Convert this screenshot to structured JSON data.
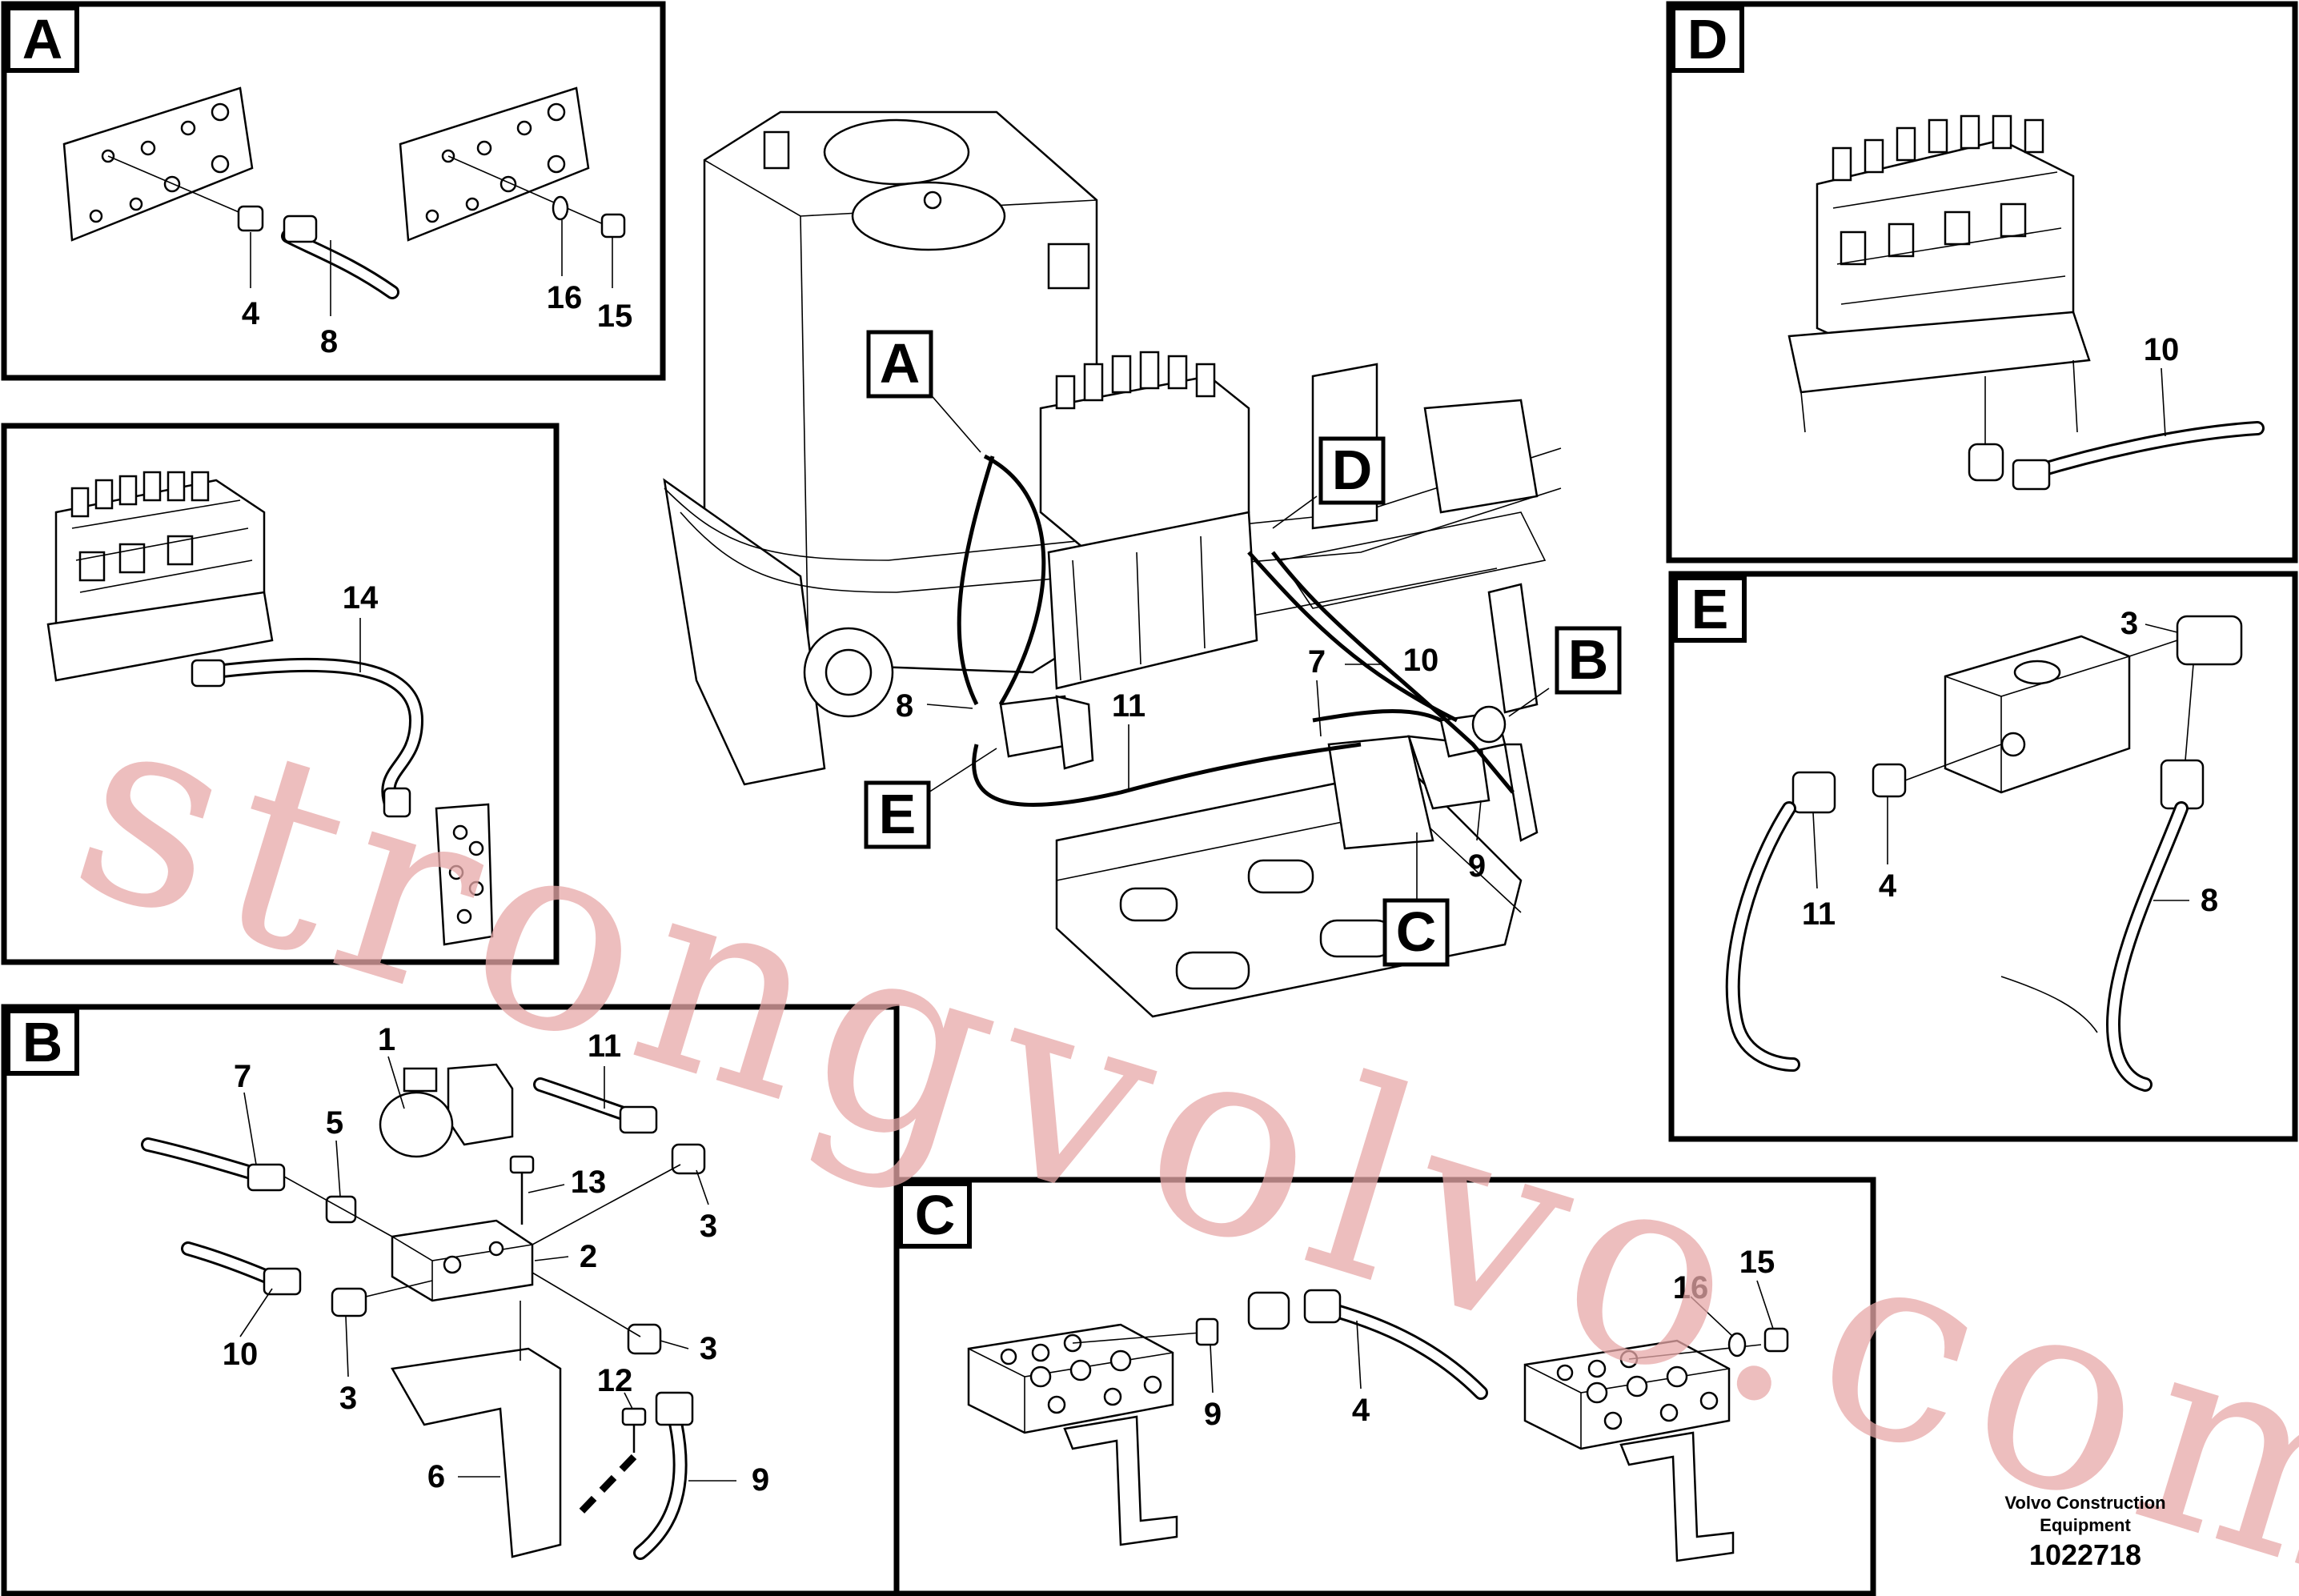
{
  "panels": {
    "A": {
      "letter": "A",
      "labels": [
        "4",
        "8",
        "16",
        "15"
      ]
    },
    "detail14": {
      "labels": [
        "14"
      ]
    },
    "B": {
      "letter": "B",
      "labels": [
        "1",
        "11",
        "7",
        "5",
        "13",
        "3",
        "2",
        "10",
        "3",
        "3",
        "12",
        "6",
        "9"
      ]
    },
    "C": {
      "letter": "C",
      "labels": [
        "15",
        "16",
        "4",
        "9"
      ]
    },
    "D": {
      "letter": "D",
      "labels": [
        "10"
      ]
    },
    "E": {
      "letter": "E",
      "labels": [
        "3",
        "11",
        "4",
        "8"
      ]
    }
  },
  "main": {
    "letters": [
      "A",
      "D",
      "B",
      "E",
      "C"
    ],
    "labels": [
      "7",
      "10",
      "8",
      "11",
      "9"
    ]
  },
  "watermark": "strongvolvo.com",
  "footer": {
    "credit_line1": "Volvo Construction",
    "credit_line2": "Equipment",
    "part_number": "1022718"
  }
}
